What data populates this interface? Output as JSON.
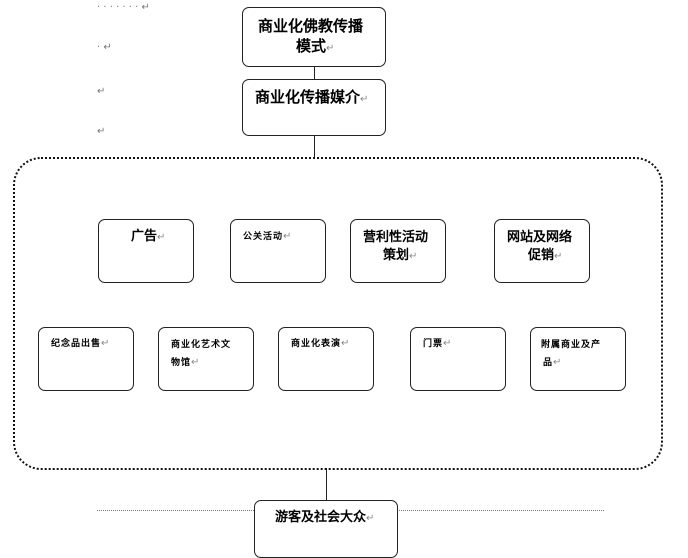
{
  "margin_marks": {
    "mark1": "· · · · · · · ↵",
    "mark2": "· ↵",
    "mark3": "↵",
    "mark4": "↵"
  },
  "para_mark": "↵",
  "top": {
    "mode_line1": "商业化佛教传播",
    "mode_line2": "模式",
    "media": "商业化传播媒介"
  },
  "row1": {
    "ad": "广告",
    "pr": "公关活动",
    "profit_line1": "营利性活动",
    "profit_line2": "策划",
    "web_line1": "网站及网络",
    "web_line2": "促销"
  },
  "row2": {
    "souvenir": "纪念品出售",
    "art_line1": "商业化艺术文",
    "art_line2": "物馆",
    "show": "商业化表演",
    "ticket": "门票",
    "affil_line1": "附属商业及产",
    "affil_line2": "品"
  },
  "bottom": {
    "audience": "游客及社会大众"
  }
}
